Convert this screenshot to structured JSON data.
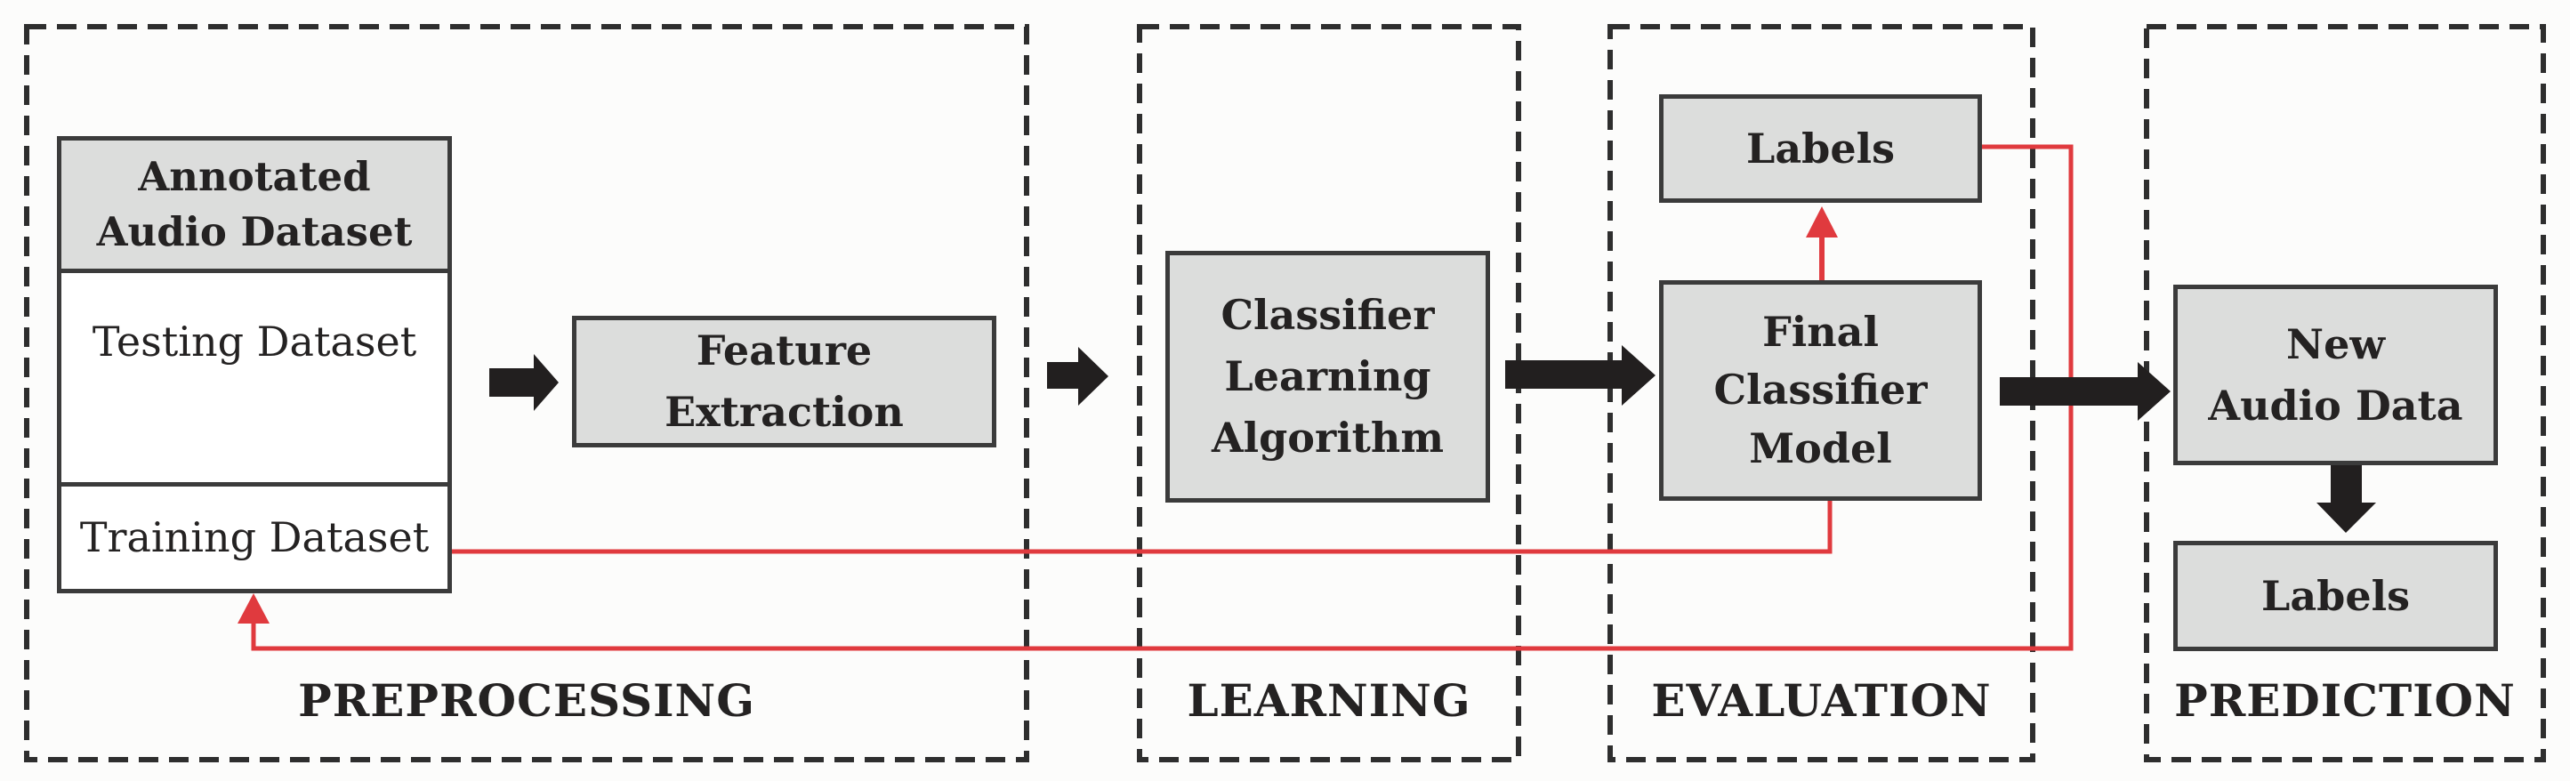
{
  "stages": [
    {
      "label": "PREPROCESSING"
    },
    {
      "label": "LEARNING"
    },
    {
      "label": "EVALUATION"
    },
    {
      "label": "PREDICTION"
    }
  ],
  "dataset_box": {
    "header": "Annotated\nAudio Dataset",
    "testing": "Testing Dataset",
    "training": "Training Dataset"
  },
  "boxes": {
    "feature_extraction": "Feature Extraction",
    "classifier_learning_algorithm": "Classifier\nLearning\nAlgorithm",
    "labels_evaluation": "Labels",
    "final_classifier_model": "Final\nClassifier\nModel",
    "new_audio_data": "New\nAudio Data",
    "labels_prediction": "Labels"
  },
  "colors": {
    "red": "#e03a3e",
    "box_fill": "#dcdddc",
    "box_border": "#3b3b3b",
    "dash_border": "#2e2e2e",
    "arrow_black": "#221f1f",
    "ink": "#242222"
  }
}
